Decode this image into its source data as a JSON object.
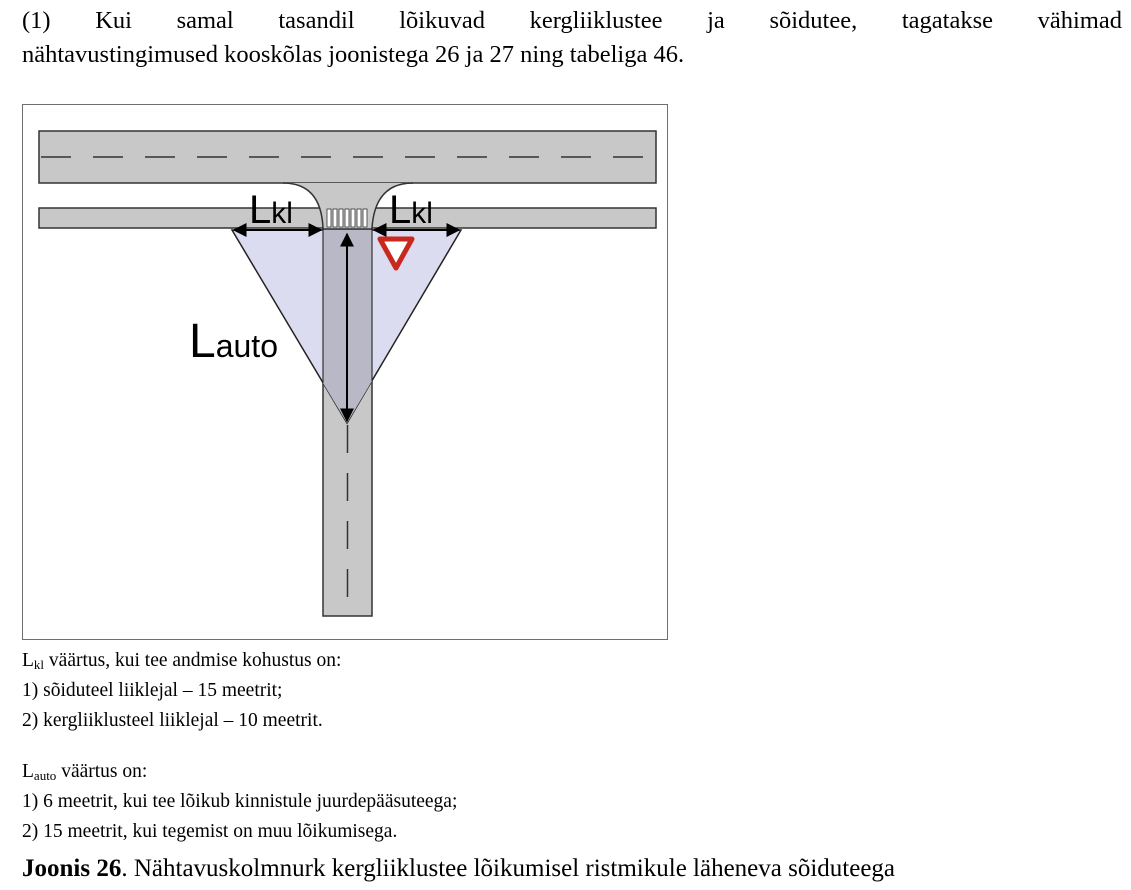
{
  "intro": {
    "line1": "(1) Kui samal tasandil lõikuvad kergliiklustee ja sõidutee, tagatakse vähimad",
    "line2": "nähtavustingimused kooskõlas joonistega 26 ja 27 ning tabeliga 46."
  },
  "figure": {
    "label_lkl_left": {
      "main": "L",
      "sub": "kl"
    },
    "label_lkl_right": {
      "main": "L",
      "sub": "kl"
    },
    "label_lauto": {
      "main": "L",
      "sub": "auto"
    },
    "colors": {
      "road": "#c8c8c8",
      "road_border": "#333333",
      "sight_triangle": "#dcdcf0",
      "minor_road_overlap": "#b8b8c6",
      "yield_sign": "#c8281e"
    },
    "icons": [
      "yield-sign-icon",
      "crosswalk-icon",
      "arrow-icon"
    ]
  },
  "lkl_note": {
    "sym_main": "L",
    "sym_sub": "kl",
    "text": " väärtus, kui tee andmise kohustus on:",
    "item1": "1) sõiduteel liiklejal – 15 meetrit;",
    "item2": "2) kergliiklusteel liiklejal – 10 meetrit."
  },
  "lauto_note": {
    "sym_main": "L",
    "sym_sub": "auto",
    "text": " väärtus on:",
    "item1": "1) 6 meetrit, kui tee lõikub kinnistule juurdepääsuteega;",
    "item2": "2) 15 meetrit, kui tegemist on muu lõikumisega."
  },
  "caption": {
    "number": "Joonis 26",
    "text": ". Nähtavuskolmnurk kergliiklustee lõikumisel ristmikule läheneva sõiduteega"
  }
}
